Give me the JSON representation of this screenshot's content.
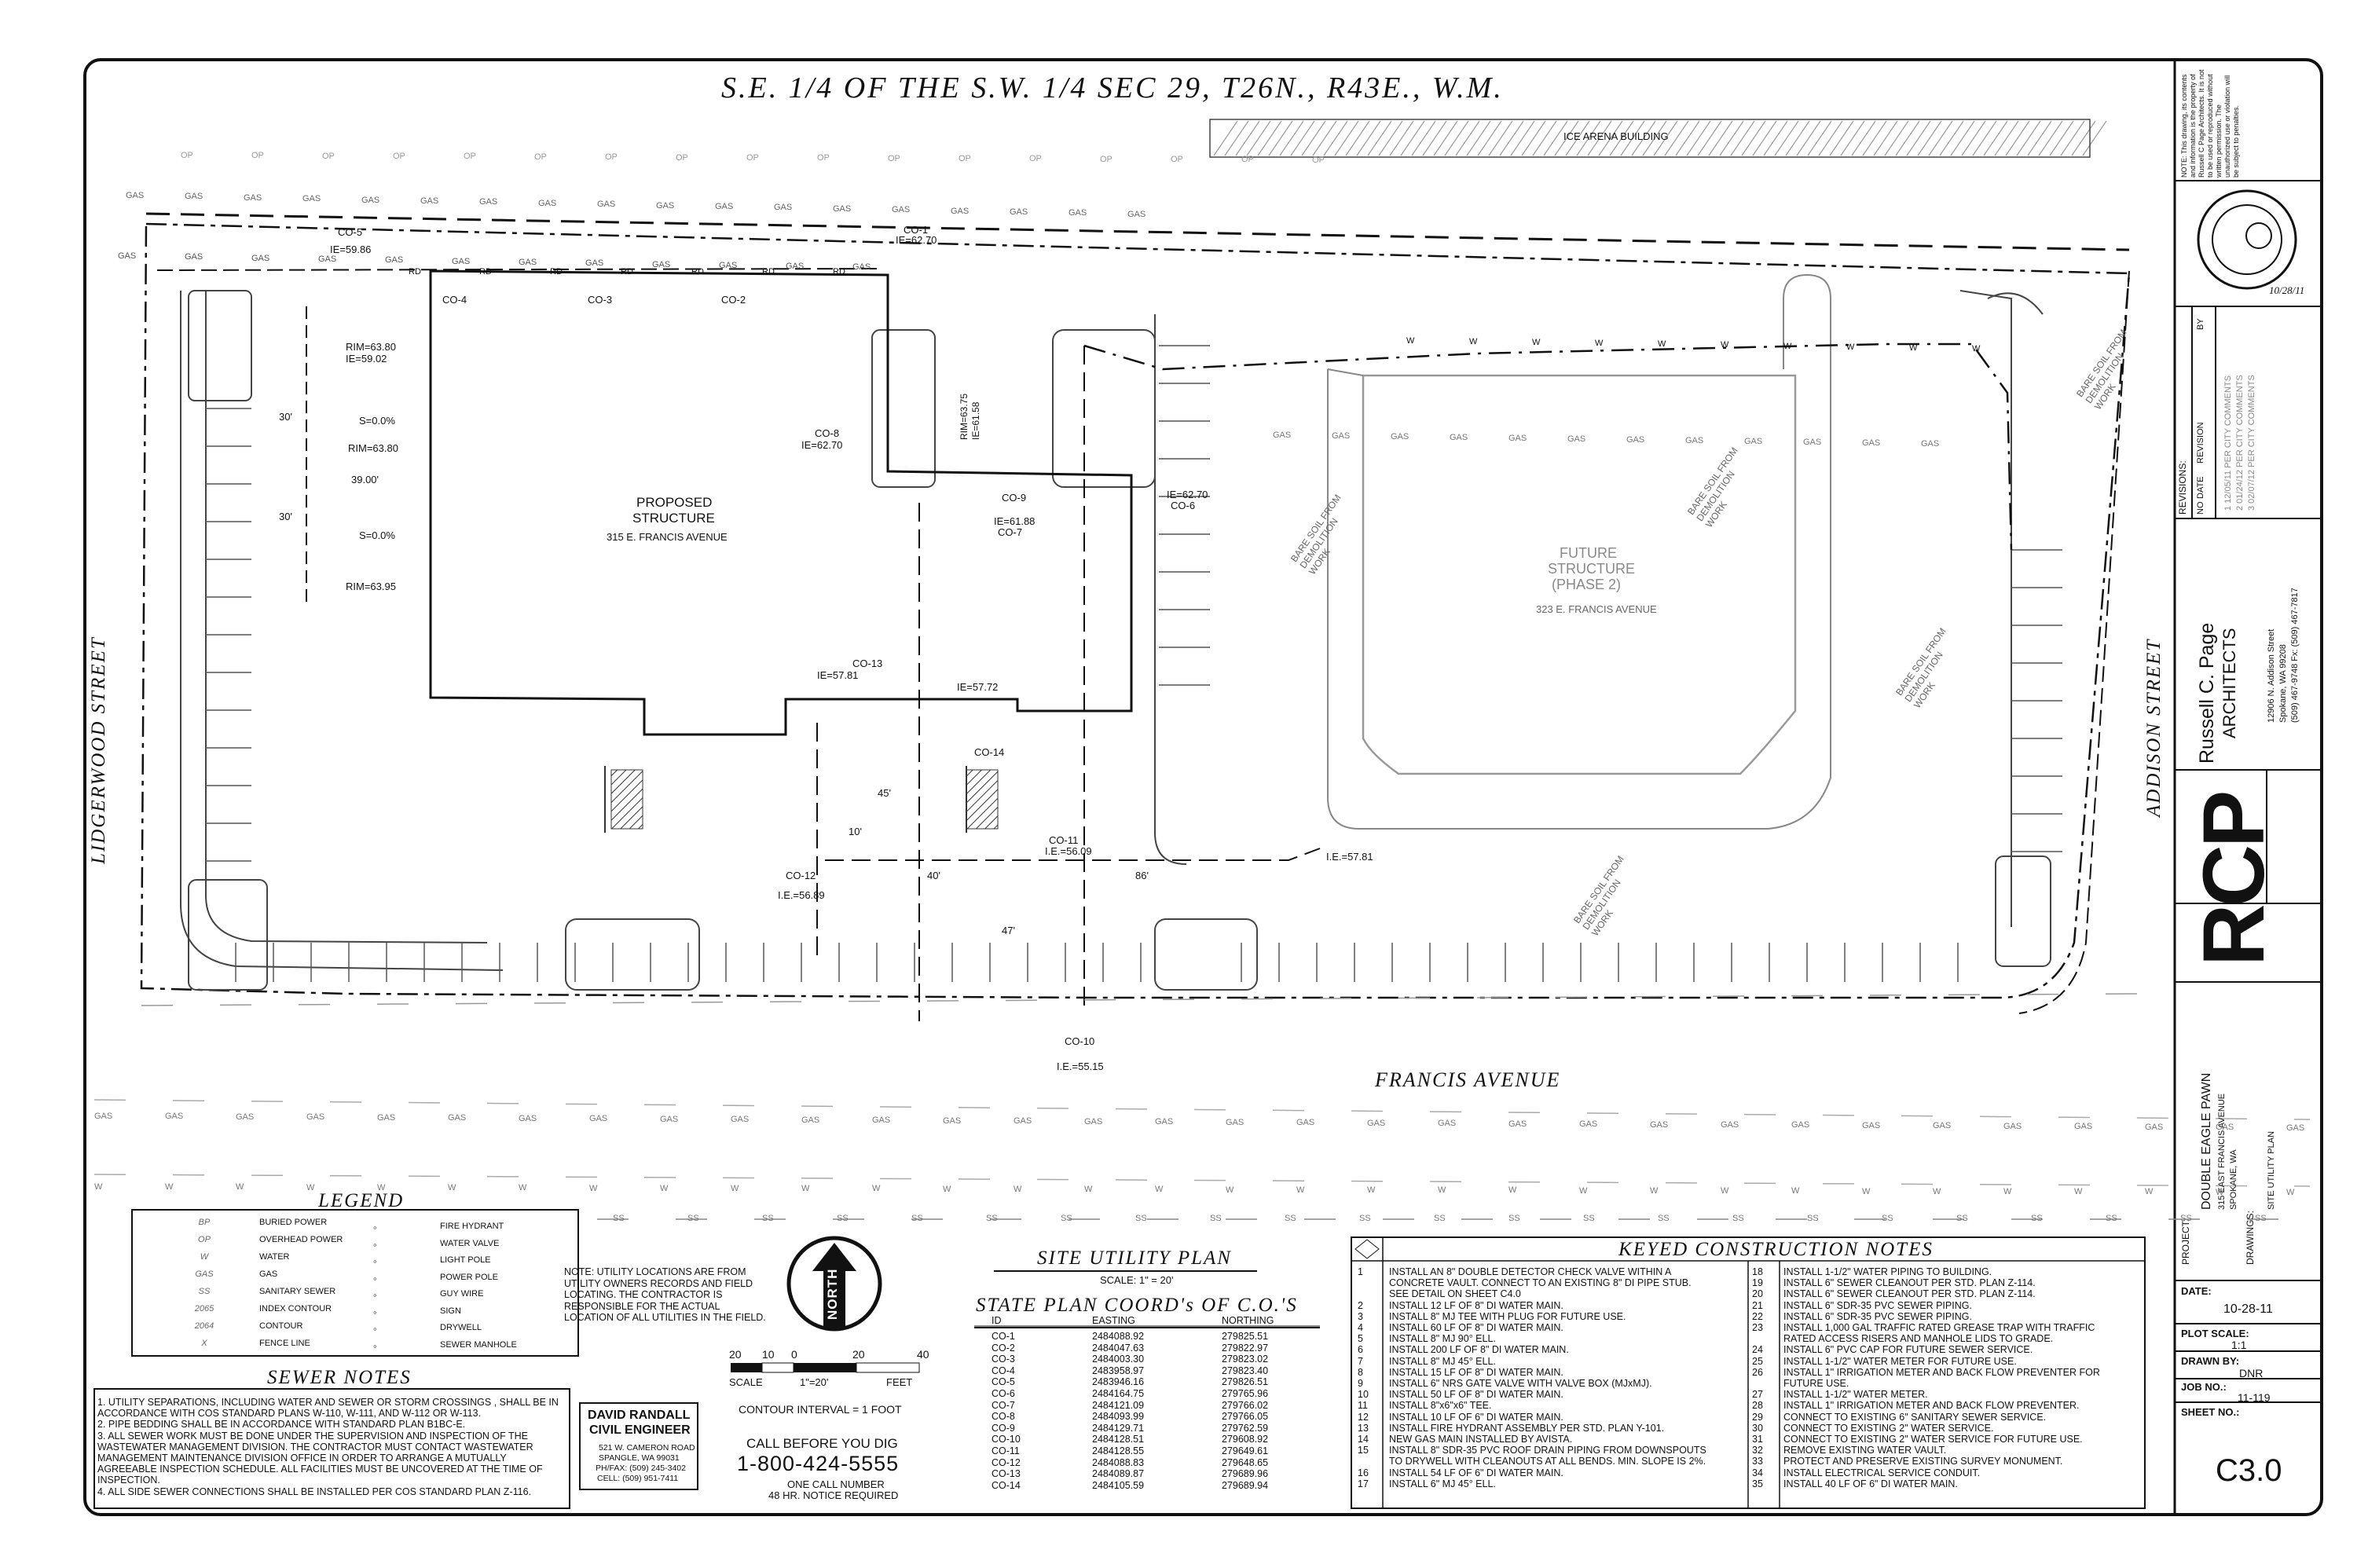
{
  "header": {
    "title": "S.E. 1/4 OF THE S.W. 1/4 SEC 29, T26N., R43E., W.M."
  },
  "streets": {
    "west": "LIDGERWOOD STREET",
    "east": "ADDISON STREET",
    "south": "FRANCIS AVENUE",
    "building_north": "ICE ARENA BUILDING"
  },
  "structures": {
    "proposed": {
      "line1": "PROPOSED",
      "line2": "STRUCTURE",
      "address": "315 E. FRANCIS AVENUE"
    },
    "future": {
      "line1": "FUTURE",
      "line2": "STRUCTURE",
      "line3": "(PHASE 2)",
      "address": "323 E. FRANCIS AVENUE"
    }
  },
  "bare_soil": [
    "BARE SOIL FROM DEMOLITION WORK",
    "BARE SOIL FROM DEMOLITION WORK",
    "BARE SOIL FROM DEMOLITION WORK",
    "BARE SOIL FROM DEMOLITION WORK",
    "BARE SOIL FROM DEMOLITION WORK"
  ],
  "plan_labels": {
    "co5": "CO-5",
    "ie5986": "IE=59.86",
    "co1": "CO-1",
    "ie6270a": "IE=62.70",
    "co4": "CO-4",
    "co3": "CO-3",
    "co2": "CO-2",
    "rim6380a": "RIM=63.80",
    "ie5902": "IE=59.02",
    "s0a": "S=0.0%",
    "rim6380b": "RIM=63.80",
    "dim3900": "39.00'",
    "s0b": "S=0.0%",
    "rim6395": "RIM=63.95",
    "dim30a": "30'",
    "dim30b": "30'",
    "co8": "CO-8",
    "ie6270b": "IE=62.70",
    "rim": "RIM=63.75",
    "ie6158": "IE=61.58",
    "co9": "CO-9",
    "ie6188": "IE=61.88",
    "co7": "CO-7",
    "ie6270c": "IE=62.70",
    "co6": "CO-6",
    "co13": "CO-13",
    "ie5781a": "IE=57.81",
    "ie5772": "IE=57.72",
    "co14": "CO-14",
    "co11": "CO-11",
    "ie5609": "I.E.=56.09",
    "co12": "CO-12",
    "ie5689": "I.E.=56.89",
    "ie5781b": "I.E.=57.81",
    "co10": "CO-10",
    "ie5515": "I.E.=55.15",
    "dim86": "86'",
    "dim40": "40'",
    "dim45": "45'",
    "dim10": "10'",
    "dim47": "47'"
  },
  "legend": {
    "title": "LEGEND",
    "items": [
      {
        "sym": "BP",
        "label": "BURIED POWER"
      },
      {
        "sym": "OP",
        "label": "OVERHEAD POWER"
      },
      {
        "sym": "W",
        "label": "WATER"
      },
      {
        "sym": "GAS",
        "label": "GAS"
      },
      {
        "sym": "SS",
        "label": "SANITARY SEWER"
      },
      {
        "sym": "2065",
        "label": "INDEX CONTOUR"
      },
      {
        "sym": "2064",
        "label": "CONTOUR"
      },
      {
        "sym": "X",
        "label": "FENCE LINE"
      }
    ],
    "icons": [
      "FIRE HYDRANT",
      "WATER VALVE",
      "LIGHT POLE",
      "POWER POLE",
      "GUY WIRE",
      "SIGN",
      "DRYWELL",
      "SEWER MANHOLE"
    ]
  },
  "utility_note": "NOTE: UTILITY LOCATIONS ARE FROM UTILITY OWNERS RECORDS AND FIELD LOCATING. THE CONTRACTOR IS RESPONSIBLE FOR THE ACTUAL LOCATION OF ALL UTILITIES IN THE FIELD.",
  "north": "NORTH",
  "scale_bar": {
    "ticks": [
      "20",
      "10",
      "0",
      "20",
      "40"
    ],
    "scale": "SCALE",
    "ratio": "1\"=20'",
    "feet": "FEET",
    "contour": "CONTOUR INTERVAL = 1 FOOT"
  },
  "call": {
    "line1": "CALL BEFORE YOU DIG",
    "number": "1-800-424-5555",
    "line2": "ONE CALL NUMBER",
    "line3": "48 HR. NOTICE REQUIRED"
  },
  "engineer": {
    "name1": "DAVID RANDALL",
    "name2": "CIVIL ENGINEER",
    "addr1": "521 W. CAMERON ROAD",
    "addr2": "SPANGLE, WA 99031",
    "phone1": "PH/FAX: (509) 245-3402",
    "phone2": "CELL: (509) 951-7411"
  },
  "sewer_notes": {
    "title": "SEWER NOTES",
    "items": [
      "1. UTILITY SEPARATIONS, INCLUDING WATER AND SEWER OR STORM CROSSINGS , SHALL BE IN ACCORDANCE WITH COS STANDARD PLANS W-110, W-111, AND W-112 OR W-113.",
      "2. PIPE BEDDING SHALL BE IN ACCORDANCE WITH STANDARD PLAN B1BC-E.",
      "3. ALL SEWER WORK MUST BE DONE UNDER THE SUPERVISION AND INSPECTION OF THE WASTEWATER MANAGEMENT DIVISION. THE CONTRACTOR MUST CONTACT WASTEWATER MANAGEMENT MAINTENANCE DIVISION OFFICE IN ORDER TO ARRANGE A MUTUALLY AGREEABLE INSPECTION SCHEDULE. ALL FACILITIES MUST BE UNCOVERED AT THE TIME OF INSPECTION.",
      "4. ALL SIDE SEWER CONNECTIONS SHALL BE INSTALLED PER COS STANDARD PLAN Z-116."
    ]
  },
  "site_plan": {
    "title": "SITE UTILITY PLAN",
    "scale": "SCALE: 1\" = 20'"
  },
  "coords": {
    "title": "STATE PLAN COORD's OF C.O.'S",
    "headers": [
      "ID",
      "EASTING",
      "NORTHING"
    ],
    "rows": [
      [
        "CO-1",
        "2484088.92",
        "279825.51"
      ],
      [
        "CO-2",
        "2484047.63",
        "279822.97"
      ],
      [
        "CO-3",
        "2484003.30",
        "279823.02"
      ],
      [
        "CO-4",
        "2483958.97",
        "279823.40"
      ],
      [
        "CO-5",
        "2483946.16",
        "279826.51"
      ],
      [
        "CO-6",
        "2484164.75",
        "279765.96"
      ],
      [
        "CO-7",
        "2484121.09",
        "279766.02"
      ],
      [
        "CO-8",
        "2484093.99",
        "279766.05"
      ],
      [
        "CO-9",
        "2484129.71",
        "279762.59"
      ],
      [
        "CO-10",
        "2484128.51",
        "279608.92"
      ],
      [
        "CO-11",
        "2484128.55",
        "279649.61"
      ],
      [
        "CO-12",
        "2484088.83",
        "279648.65"
      ],
      [
        "CO-13",
        "2484089.87",
        "279689.96"
      ],
      [
        "CO-14",
        "2484105.59",
        "279689.94"
      ]
    ]
  },
  "keyed": {
    "title": "KEYED CONSTRUCTION NOTES",
    "left": [
      [
        "1",
        "INSTALL AN 8\" DOUBLE DETECTOR CHECK VALVE WITHIN A"
      ],
      [
        "",
        "CONCRETE VAULT. CONNECT TO AN EXISTING 8\" DI PIPE STUB."
      ],
      [
        "",
        "SEE DETAIL ON SHEET C4.0"
      ],
      [
        "2",
        "INSTALL 12 LF OF 8\" DI WATER MAIN."
      ],
      [
        "3",
        "INSTALL 8\" MJ TEE WITH PLUG FOR FUTURE USE."
      ],
      [
        "4",
        "INSTALL 60 LF OF 8\" DI WATER MAIN."
      ],
      [
        "5",
        "INSTALL 8\" MJ 90° ELL."
      ],
      [
        "6",
        "INSTALL 200 LF OF 8\" DI WATER MAIN."
      ],
      [
        "7",
        "INSTALL 8\" MJ 45° ELL."
      ],
      [
        "8",
        "INSTALL 15 LF OF 8\" DI WATER MAIN."
      ],
      [
        "9",
        "INSTALL 6\" NRS GATE VALVE WITH VALVE BOX (MJxMJ)."
      ],
      [
        "10",
        "INSTALL 50 LF OF 8\" DI WATER MAIN."
      ],
      [
        "11",
        "INSTALL 8\"x6\"x6\" TEE."
      ],
      [
        "12",
        "INSTALL 10 LF OF 6\" DI WATER MAIN."
      ],
      [
        "13",
        "INSTALL FIRE HYDRANT ASSEMBLY PER STD. PLAN Y-101."
      ],
      [
        "14",
        "NEW GAS MAIN INSTALLED BY AVISTA."
      ],
      [
        "15",
        "INSTALL 8\" SDR-35 PVC ROOF DRAIN PIPING FROM DOWNSPOUTS"
      ],
      [
        "",
        "TO DRYWELL WITH CLEANOUTS AT ALL BENDS. MIN. SLOPE IS 2%."
      ],
      [
        "16",
        "INSTALL 54 LF OF 6\" DI WATER MAIN."
      ],
      [
        "17",
        "INSTALL 6\" MJ 45° ELL."
      ]
    ],
    "right": [
      [
        "18",
        "INSTALL 1-1/2\" WATER PIPING TO BUILDING."
      ],
      [
        "19",
        "INSTALL 6\" SEWER CLEANOUT PER STD. PLAN Z-114."
      ],
      [
        "20",
        "INSTALL 6\" SEWER CLEANOUT PER STD. PLAN Z-114."
      ],
      [
        "21",
        "INSTALL 6\" SDR-35 PVC SEWER PIPING."
      ],
      [
        "22",
        "INSTALL 6\" SDR-35 PVC SEWER PIPING."
      ],
      [
        "23",
        "INSTALL 1,000 GAL TRAFFIC RATED GREASE TRAP WITH TRAFFIC"
      ],
      [
        "",
        "RATED ACCESS RISERS AND MANHOLE LIDS TO GRADE."
      ],
      [
        "24",
        "INSTALL 6\" PVC CAP FOR FUTURE SEWER SERVICE."
      ],
      [
        "25",
        "INSTALL 1-1/2\" WATER METER FOR FUTURE USE."
      ],
      [
        "26",
        "INSTALL 1\" IRRIGATION METER AND BACK FLOW PREVENTER FOR"
      ],
      [
        "",
        "FUTURE USE."
      ],
      [
        "27",
        "INSTALL 1-1/2\" WATER METER."
      ],
      [
        "28",
        "INSTALL 1\" IRRIGATION METER AND BACK FLOW PREVENTER."
      ],
      [
        "29",
        "CONNECT TO EXISTING 6\" SANITARY SEWER SERVICE."
      ],
      [
        "30",
        "CONNECT TO EXISTING 2\" WATER SERVICE."
      ],
      [
        "31",
        "CONNECT TO EXISTING 2\" WATER SERVICE FOR FUTURE USE."
      ],
      [
        "32",
        "REMOVE EXISTING WATER VAULT."
      ],
      [
        "33",
        "PROTECT AND PRESERVE EXISTING SURVEY MONUMENT."
      ],
      [
        "34",
        "INSTALL ELECTRICAL SERVICE CONDUIT."
      ],
      [
        "35",
        "INSTALL 40 LF OF 6\" DI WATER MAIN."
      ]
    ]
  },
  "title_block": {
    "note": "NOTE: This drawing, its contents and information is the property of Russell C Page Architects. It is not to be used or reproduced without written permission. The unauthorized use or violation will be subject to penalties.",
    "seal_date": "10/28/11",
    "revisions_label": "REVISIONS:",
    "rev_headers": [
      "NO",
      "DATE",
      "REVISION",
      "BY"
    ],
    "rev_rows": [
      "1 12/05/11 PER CITY COMMENTS",
      "2 01/24/12 PER CITY COMMENTS",
      "3 02/07/12 PER CITY COMMENTS"
    ],
    "firm": "Russell C. Page",
    "firm2": "ARCHITECTS",
    "address": "12906 N. Addison Street",
    "city": "Spokane, WA 99208",
    "phone": "(509) 467-9748 Fx: (509) 467-7817",
    "logo": "RCP",
    "project_label": "PROJECT:",
    "project1": "DOUBLE EAGLE PAWN",
    "project2": "315 EAST FRANCIS AVENUE",
    "project3": "SPOKANE, WA",
    "drawings_label": "DRAWINGS:",
    "drawings": "SITE UTILITY PLAN",
    "date_label": "DATE:",
    "date": "10-28-11",
    "plot_label": "PLOT SCALE:",
    "plot": "1:1",
    "drawn_label": "DRAWN BY:",
    "drawn": "DNR",
    "job_label": "JOB NO.:",
    "job": "11-119",
    "sheet_label": "SHEET NO.:",
    "sheet": "C3.0"
  },
  "line_codes": {
    "gas": "GAS",
    "water": "W",
    "sewer": "SS",
    "power": "OP",
    "roof": "RD"
  }
}
